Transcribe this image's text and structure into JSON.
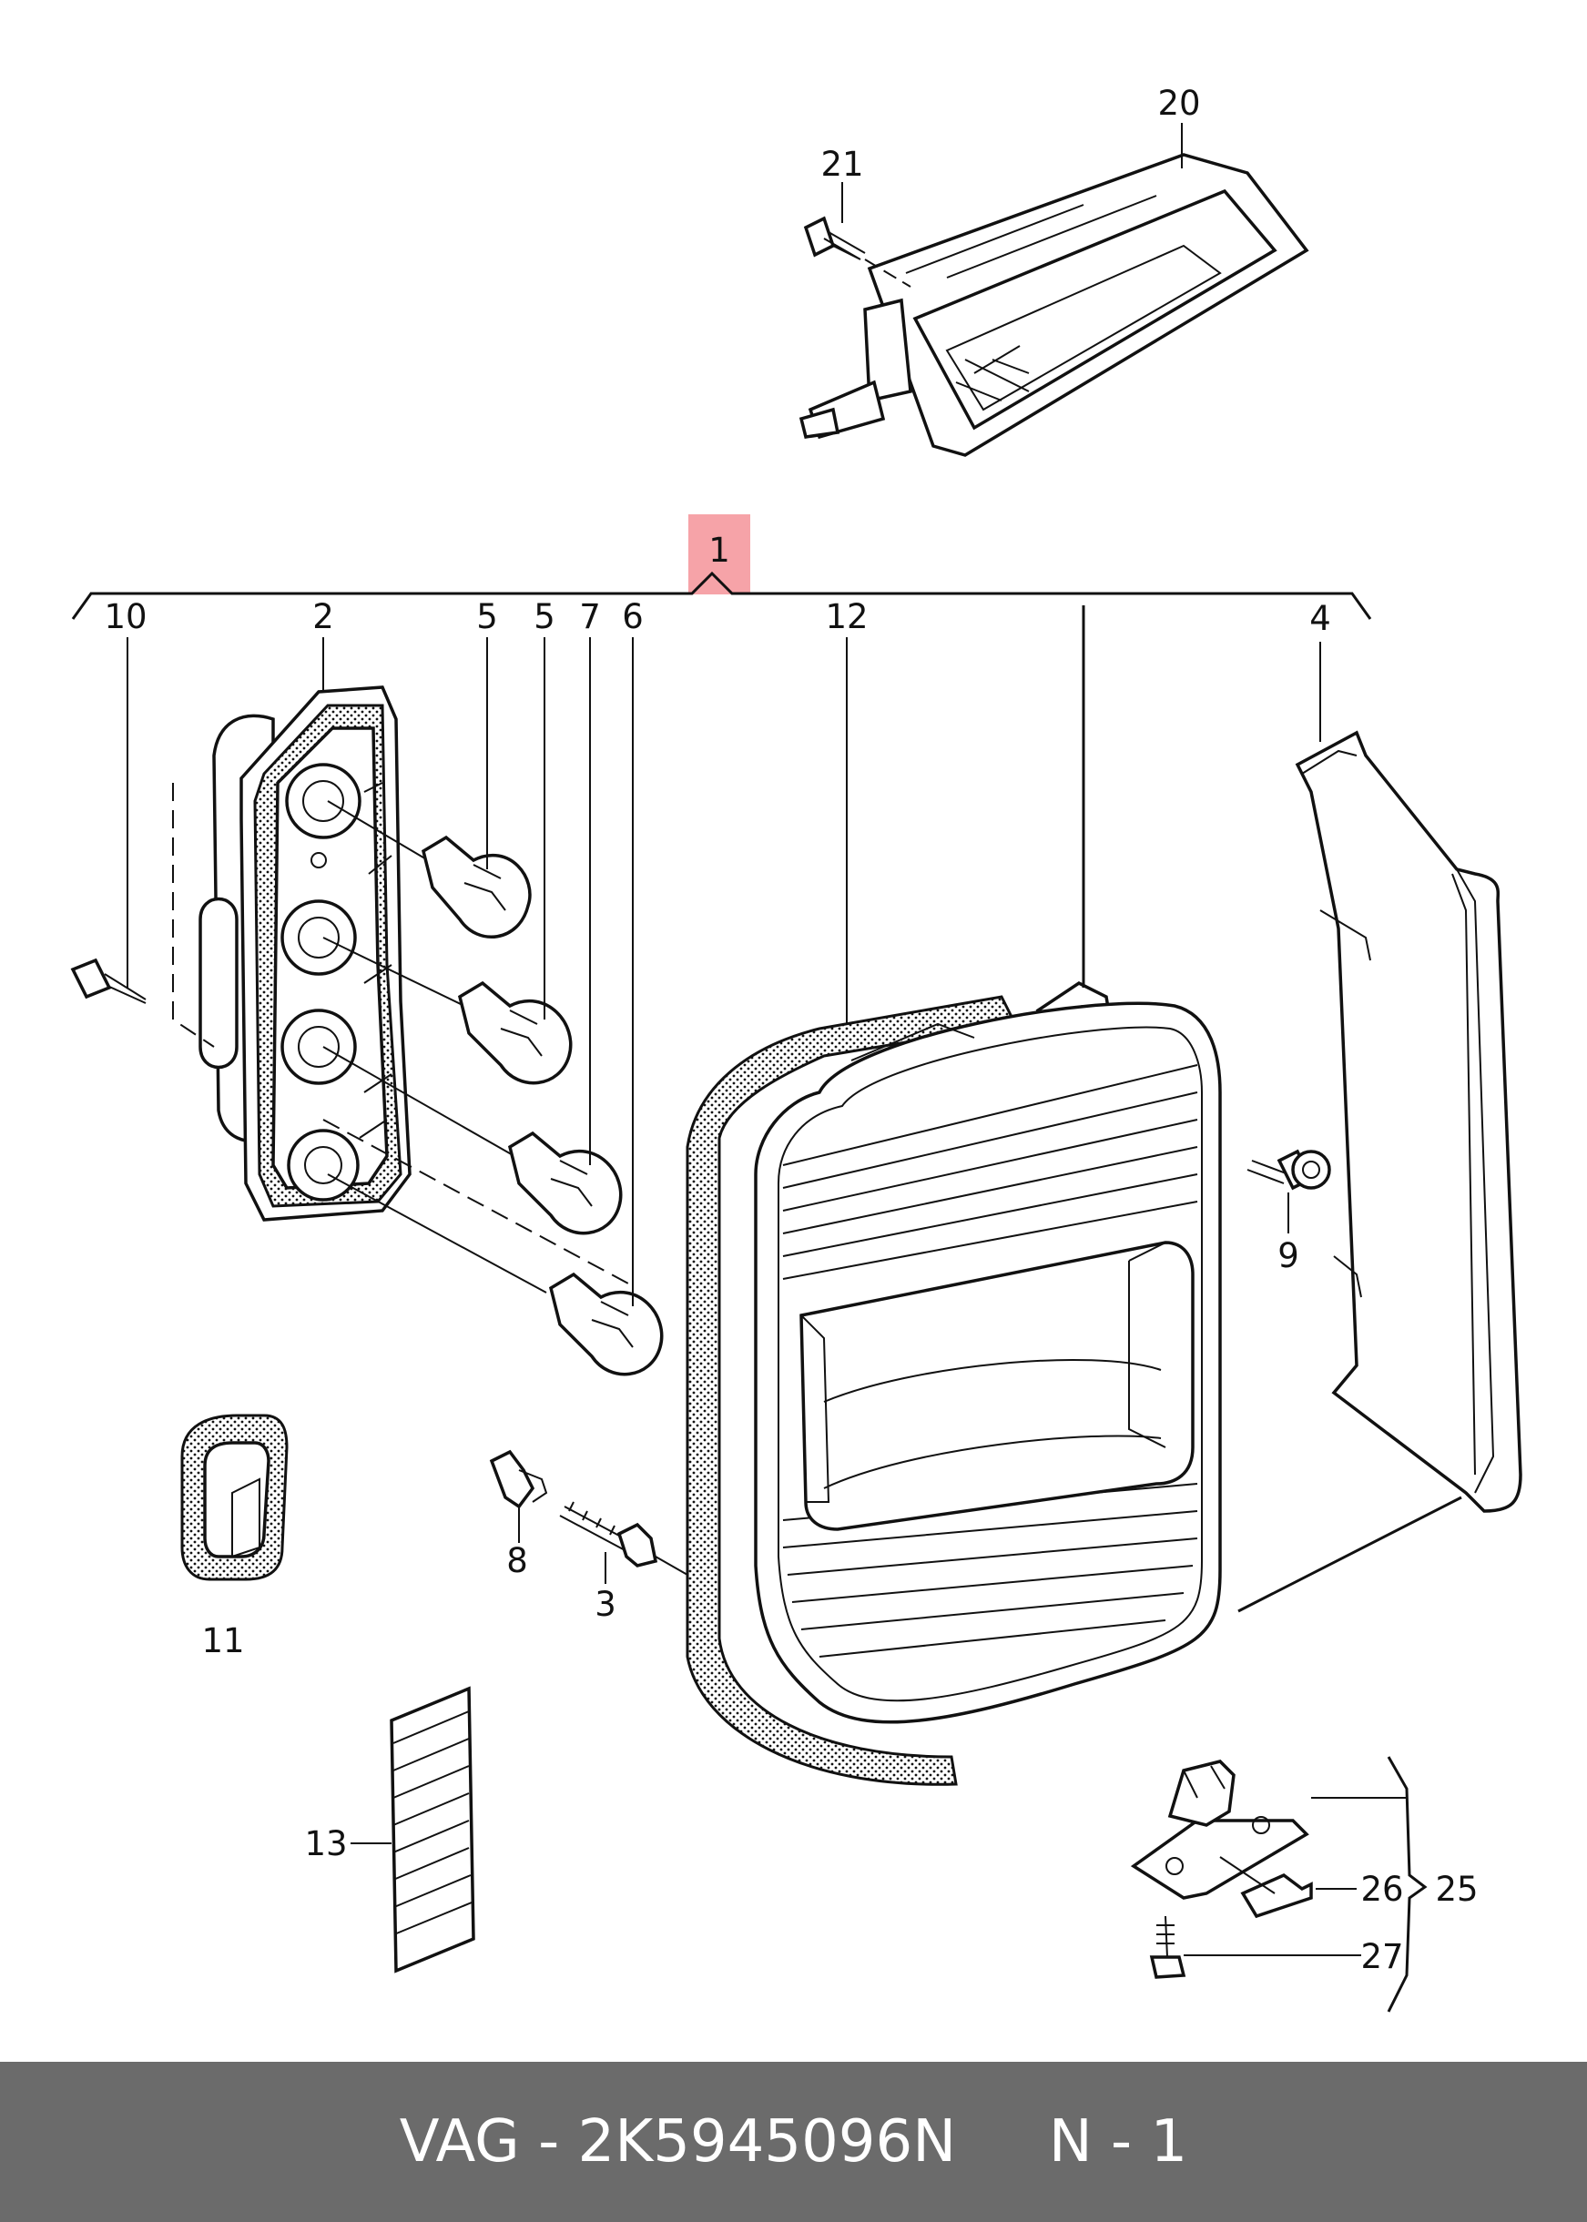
{
  "callouts": {
    "p1": "1",
    "p2": "2",
    "p3": "3",
    "p4": "4",
    "p5a": "5",
    "p5b": "5",
    "p6": "6",
    "p7": "7",
    "p8": "8",
    "p9": "9",
    "p10": "10",
    "p11": "11",
    "p12": "12",
    "p13": "13",
    "p20": "20",
    "p21": "21",
    "p25": "25",
    "p26": "26",
    "p27": "27"
  },
  "highlight_color": "#f6a3a8",
  "footer": {
    "text": "VAG - 2K5945096N     N - 1",
    "background": "#6b6b6b"
  }
}
